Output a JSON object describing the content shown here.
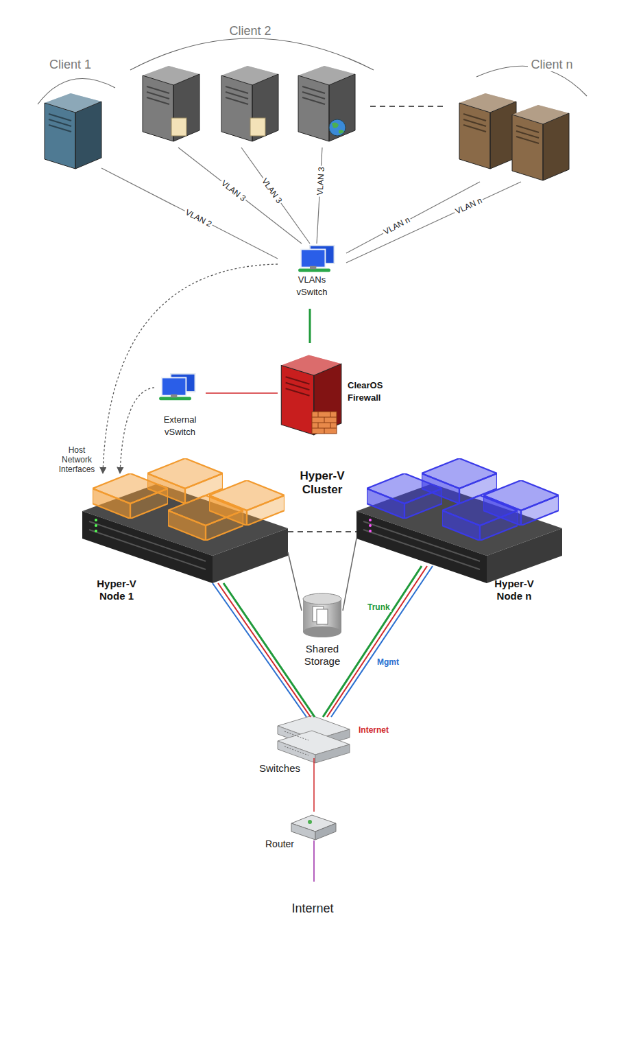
{
  "diagram": {
    "nodes": [
      {
        "text": [
          "Client 1"
        ]
      },
      {
        "text": [
          "Client 2"
        ]
      },
      {
        "text": [
          "Client n"
        ]
      },
      {
        "text": [
          "VLANs vSwitch"
        ]
      },
      {
        "text": [
          "Hyper-V Cluster"
        ]
      },
      {
        "text": [
          "External vSwitch"
        ],
        "in": 4
      },
      {
        "text": [
          "ClearOS Firewall"
        ],
        "in": 4
      },
      {
        "text": [
          "Hyper-V Node 1"
        ]
      },
      {
        "text": [
          "Hyper-V Node n"
        ]
      },
      {
        "text": [
          "Shared Storage"
        ]
      },
      {
        "text": [
          "Switches"
        ]
      },
      {
        "text": [
          "Router"
        ]
      },
      {
        "text": [
          "Internet"
        ]
      }
    ],
    "edges": [
      {
        "from": 0,
        "to": 3,
        "label": "VLAN 2",
        "arrow": "none"
      },
      {
        "from": 1,
        "to": 3,
        "label": "VLAN 3",
        "arrow": "none"
      },
      {
        "from": 1,
        "to": 3,
        "label": "VLAN 3",
        "arrow": "none"
      },
      {
        "from": 1,
        "to": 3,
        "label": "VLAN 3",
        "arrow": "none"
      },
      {
        "from": 2,
        "to": 3,
        "label": "VLAN n",
        "arrow": "none"
      },
      {
        "from": 2,
        "to": 3,
        "label": "VLAN n",
        "arrow": "none"
      },
      {
        "from": 1,
        "to": 2,
        "arrow": "none"
      },
      {
        "from": 3,
        "to": 6,
        "arrow": "none"
      },
      {
        "from": 5,
        "to": 6,
        "arrow": "none"
      },
      {
        "from": 3,
        "to": 7,
        "arrow": "to"
      },
      {
        "from": 5,
        "to": 7,
        "arrow": "to"
      },
      {
        "from": 7,
        "to": 8,
        "arrow": "none"
      },
      {
        "from": 7,
        "to": 9,
        "arrow": "none"
      },
      {
        "from": 8,
        "to": 9,
        "arrow": "none"
      },
      {
        "from": 7,
        "to": 10,
        "arrow": "none"
      },
      {
        "from": 7,
        "to": 10,
        "arrow": "none"
      },
      {
        "from": 7,
        "to": 10,
        "arrow": "none"
      },
      {
        "from": 8,
        "to": 10,
        "label": "Trunk",
        "arrow": "none"
      },
      {
        "from": 8,
        "to": 10,
        "label": "Mgmt",
        "arrow": "none"
      },
      {
        "from": 8,
        "to": 10,
        "label": "Internet",
        "arrow": "none"
      },
      {
        "from": 10,
        "to": 11,
        "arrow": "none"
      },
      {
        "from": 11,
        "to": 12,
        "arrow": "none"
      }
    ],
    "labels": [
      "Host Network Interfaces"
    ]
  }
}
